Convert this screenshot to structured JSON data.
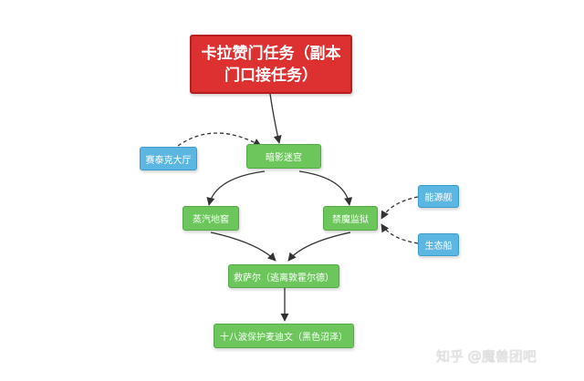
{
  "diagram": {
    "nodes": {
      "root": "卡拉赞门任务（副本门口接任务）",
      "shadow_labyrinth": "暗影迷宫",
      "sethekk_halls": "赛泰克大厅",
      "steamvault": "蒸汽地窖",
      "arcatraz": "禁魔监狱",
      "mechanar": "能源舰",
      "botanica": "生态船",
      "rescue": "救萨尔（逃离敦霍尔德）",
      "black_morass": "十八波保护麦迪文（黑色沼泽）"
    },
    "edges": [
      {
        "from": "root",
        "to": "shadow_labyrinth",
        "style": "solid"
      },
      {
        "from": "sethekk_halls",
        "to": "shadow_labyrinth",
        "style": "dashed"
      },
      {
        "from": "shadow_labyrinth",
        "to": "steamvault",
        "style": "solid"
      },
      {
        "from": "shadow_labyrinth",
        "to": "arcatraz",
        "style": "solid"
      },
      {
        "from": "mechanar",
        "to": "arcatraz",
        "style": "dashed"
      },
      {
        "from": "botanica",
        "to": "arcatraz",
        "style": "dashed"
      },
      {
        "from": "steamvault",
        "to": "rescue",
        "style": "solid"
      },
      {
        "from": "arcatraz",
        "to": "rescue",
        "style": "solid"
      },
      {
        "from": "rescue",
        "to": "black_morass",
        "style": "solid"
      }
    ],
    "colors": {
      "root_fill": "#dd3131",
      "step_fill": "#6cc65c",
      "optional_fill": "#5bb6e1",
      "edge": "#333333"
    }
  },
  "watermark": "知乎 @魔兽团吧"
}
